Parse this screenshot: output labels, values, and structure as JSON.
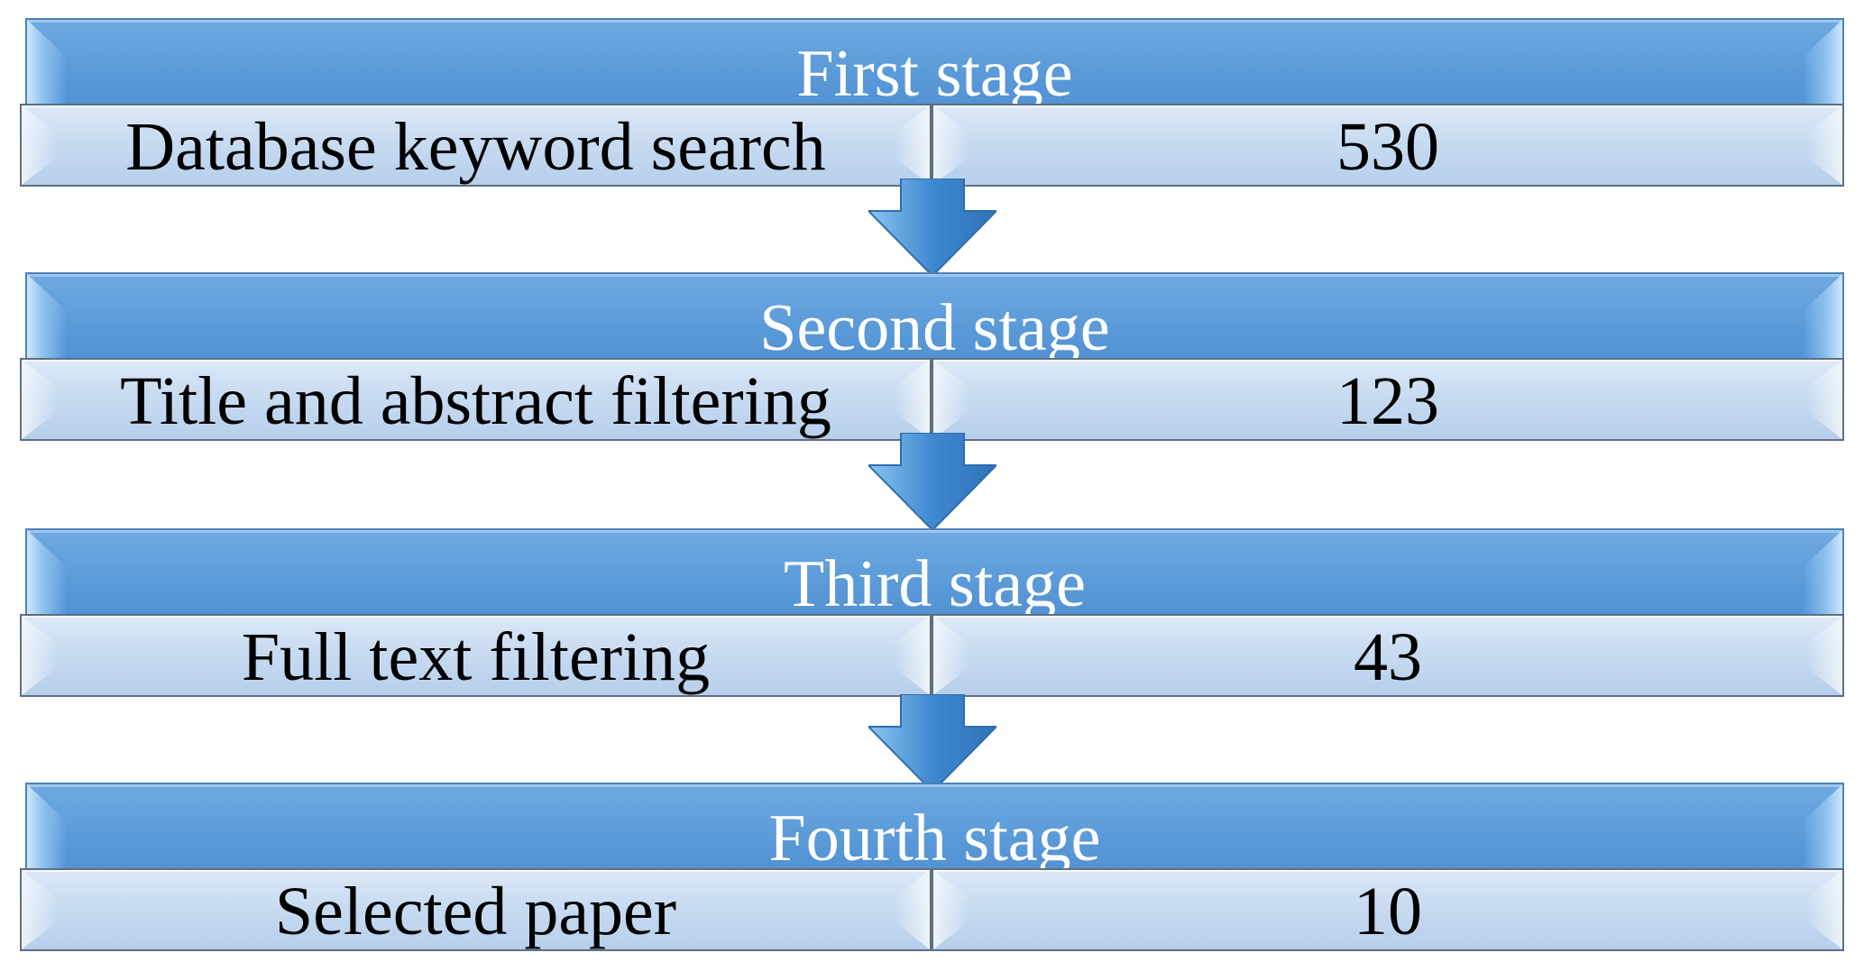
{
  "stages": [
    {
      "title": "First stage",
      "label": "Database keyword search",
      "count": "530"
    },
    {
      "title": "Second stage",
      "label": "Title and abstract filtering",
      "count": "123"
    },
    {
      "title": "Third stage",
      "label": "Full text filtering",
      "count": "43"
    },
    {
      "title": "Fourth stage",
      "label": "Selected paper",
      "count": "10"
    }
  ],
  "colors": {
    "header_fill": "#5a9ad8",
    "row_fill": "#c8dbf1",
    "arrow_fill": "#3f88cf"
  }
}
